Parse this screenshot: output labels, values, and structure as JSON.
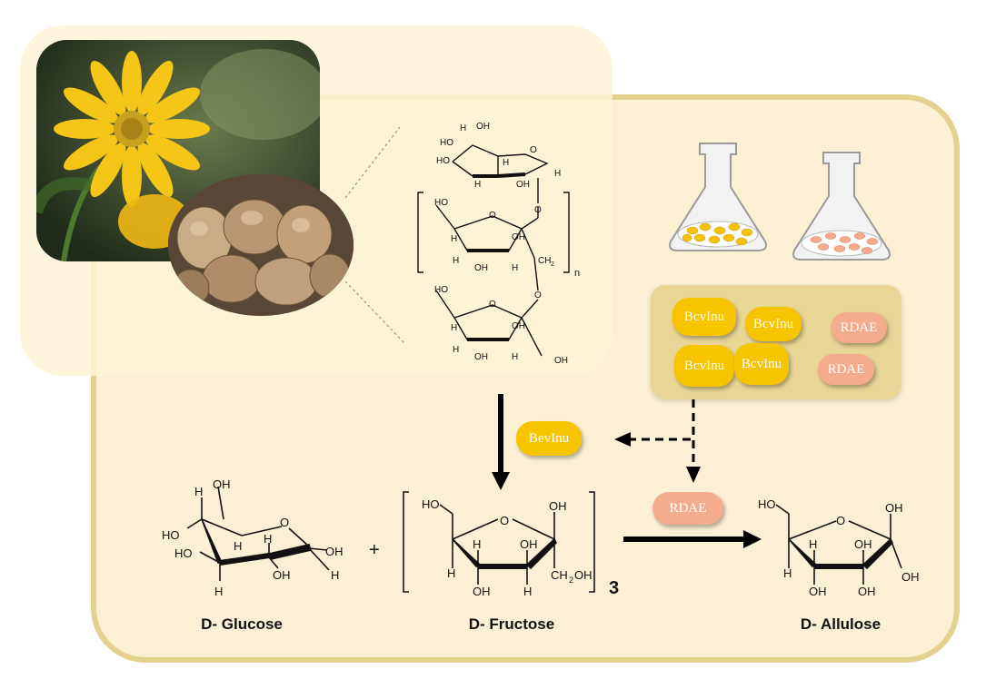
{
  "enzymes": {
    "cluster": [
      "BcvInu",
      "BcvInu",
      "BcvInu",
      "BcvInu",
      "RDAE",
      "RDAE"
    ],
    "bevinu_label": "BevInu",
    "rdae_label": "RDAE"
  },
  "molecules": {
    "glucose_label": "D- Glucose",
    "fructose_label": "D- Fructose",
    "allulose_label": "D- Allulose",
    "plus": "+",
    "fructose_multiplier": "3",
    "inulin_repeat": "n"
  },
  "atoms": {
    "H": "H",
    "OH": "OH",
    "HO": "HO",
    "O": "O",
    "CH2": "CH",
    "CH2OH": "CH",
    "sub2": "2",
    "sub2oh": "OH"
  },
  "colors": {
    "panel_fill": "#fbf0d3",
    "panel_border": "#e5d18f",
    "enzyme_box": "#e9d696",
    "bevinu": "#f7c400",
    "rdae": "#f5ab8d"
  }
}
